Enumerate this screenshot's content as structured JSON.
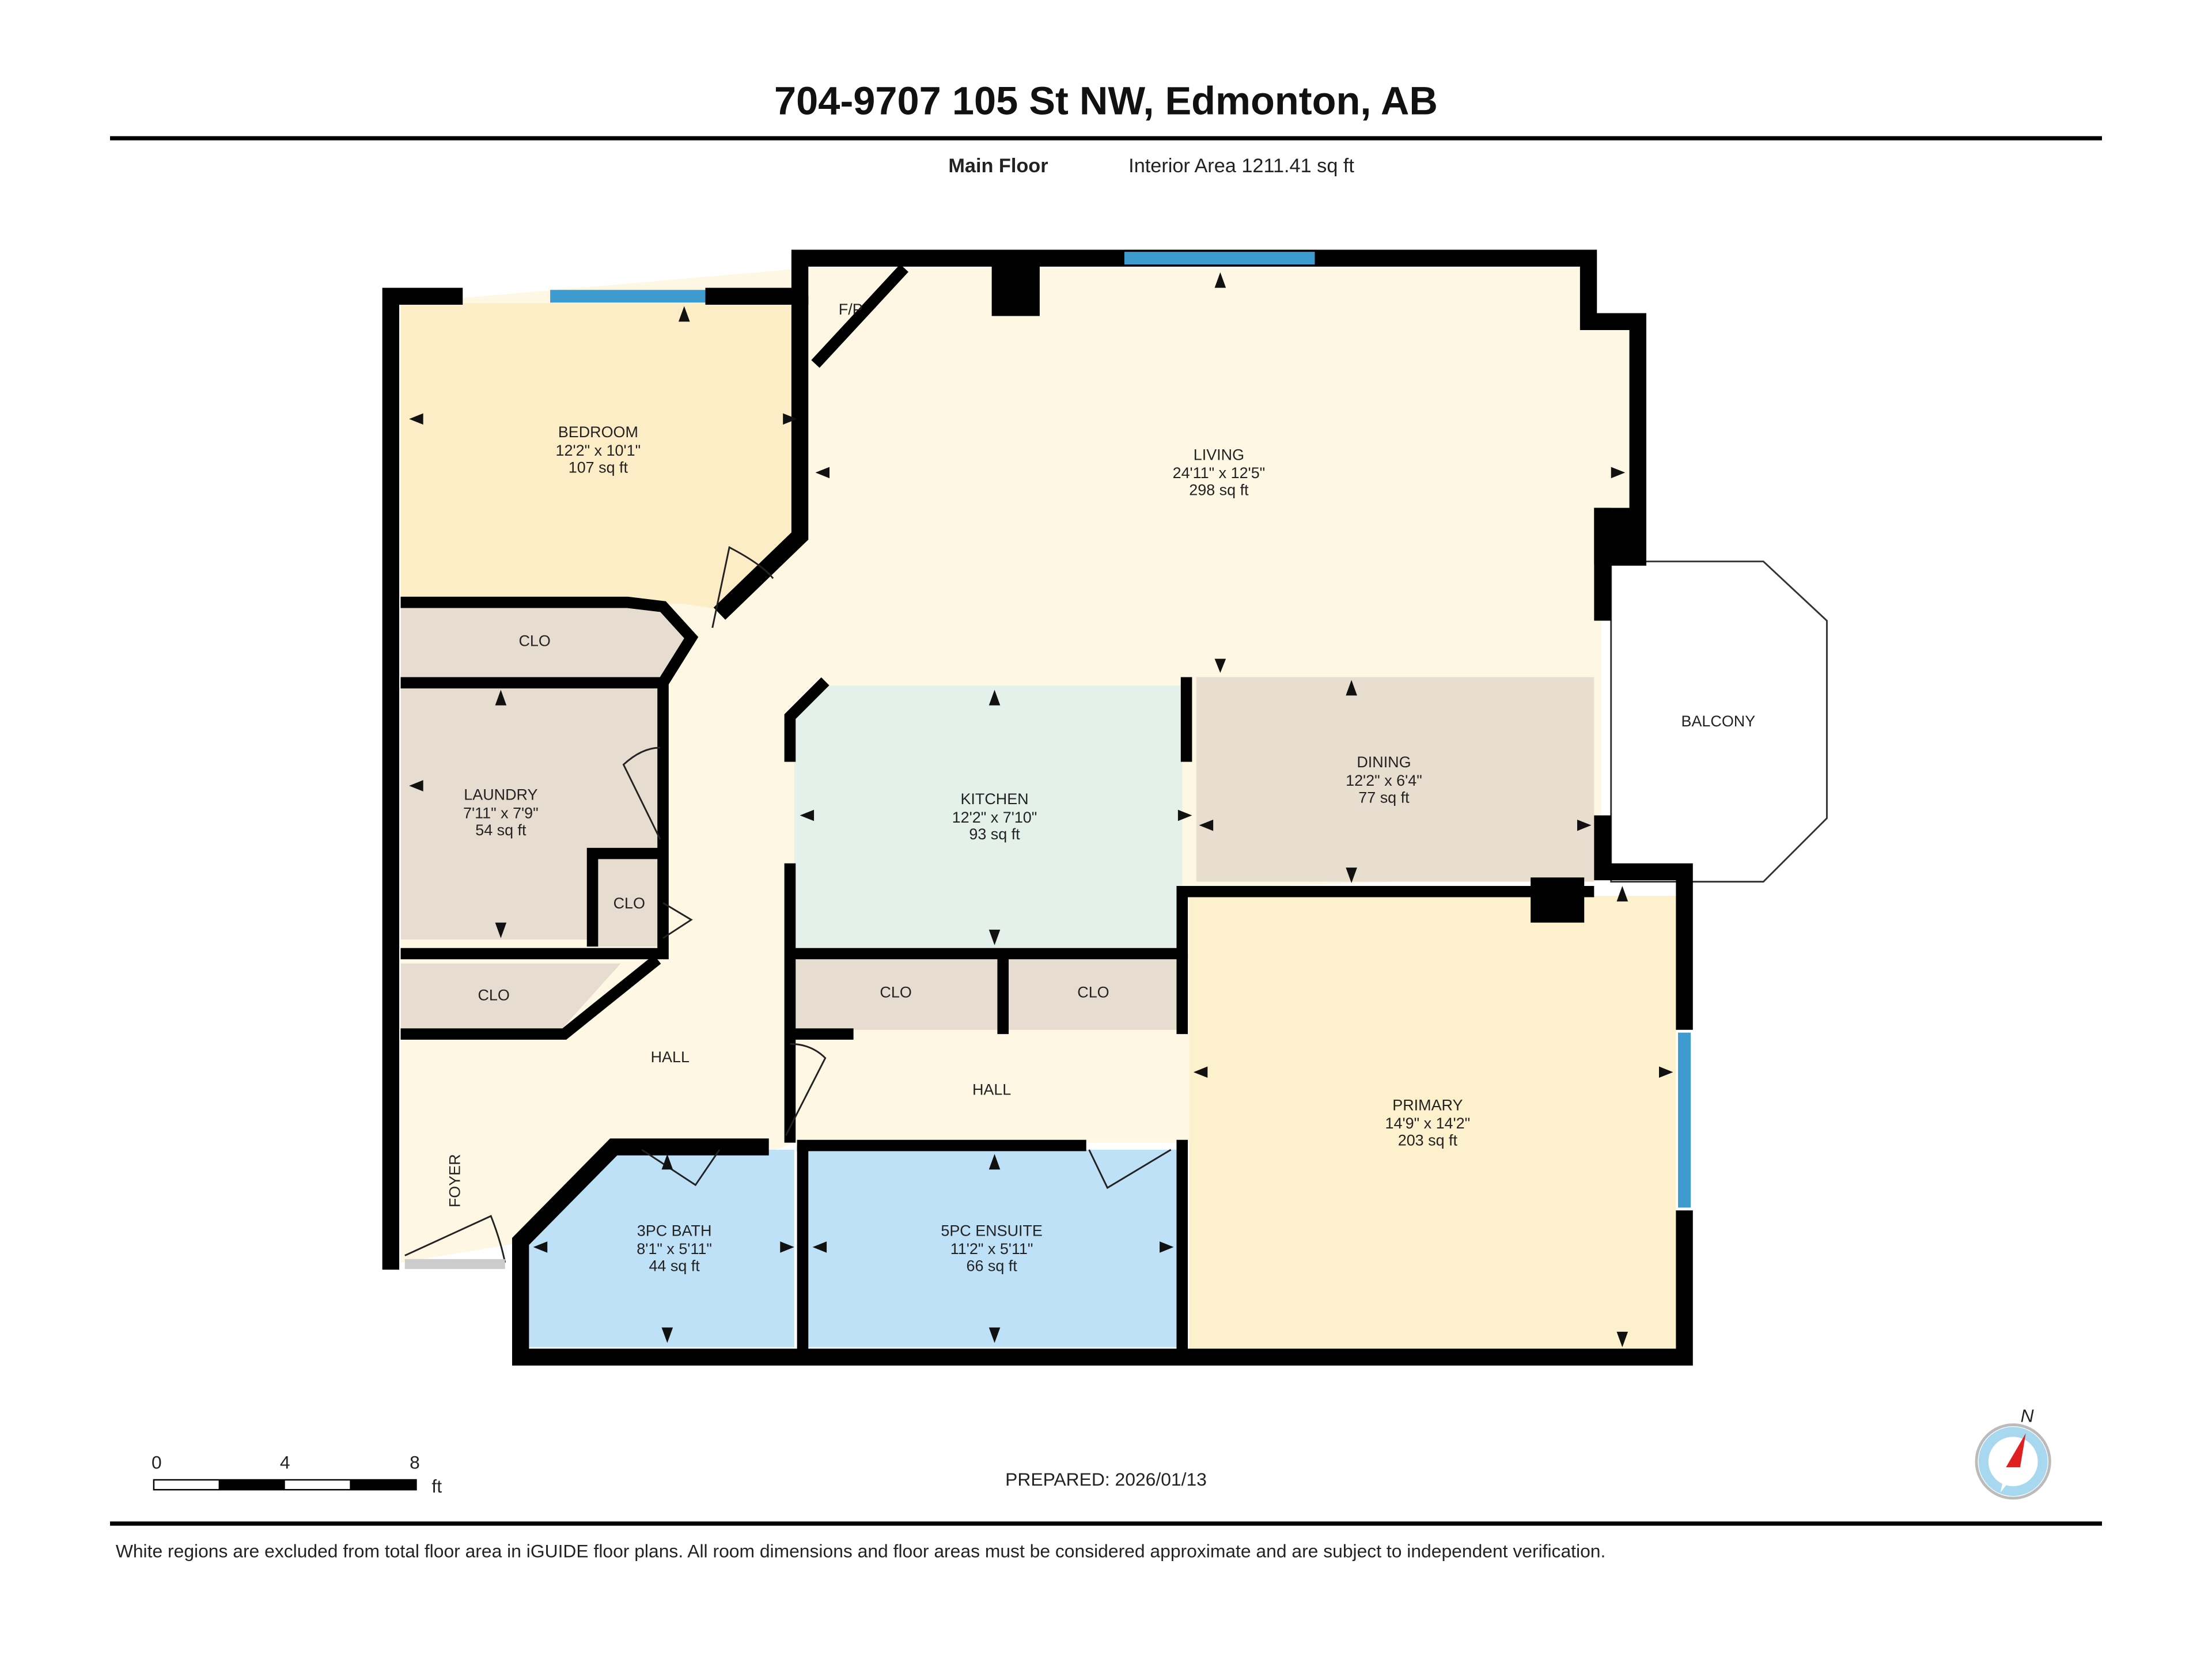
{
  "header": {
    "title": "704-9707 105 St NW, Edmonton, AB",
    "floor": "Main Floor",
    "interior_area": "Interior Area 1211.41 sq ft"
  },
  "rooms": {
    "bedroom": {
      "name": "BEDROOM",
      "dims": "12'2\" x 10'1\"",
      "area": "107 sq ft",
      "color": "#fcedc6"
    },
    "living": {
      "name": "LIVING",
      "dims": "24'11\" x 12'5\"",
      "area": "298 sq ft",
      "color": "#fdf7e3"
    },
    "laundry": {
      "name": "LAUNDRY",
      "dims": "7'11\" x 7'9\"",
      "area": "54 sq ft",
      "color": "#e6ddd0"
    },
    "kitchen": {
      "name": "KITCHEN",
      "dims": "12'2\" x 7'10\"",
      "area": "93 sq ft",
      "color": "#e4f1ea"
    },
    "dining": {
      "name": "DINING",
      "dims": "12'2\" x 6'4\"",
      "area": "77 sq ft",
      "color": "#e8ded0"
    },
    "primary": {
      "name": "PRIMARY",
      "dims": "14'9\" x 14'2\"",
      "area": "203 sq ft",
      "color": "#fdf0cc"
    },
    "bath3": {
      "name": "3PC BATH",
      "dims": "8'1\" x 5'11\"",
      "area": "44 sq ft",
      "color": "#bfe1f8"
    },
    "ensuite5": {
      "name": "5PC ENSUITE",
      "dims": "11'2\" x 5'11\"",
      "area": "66 sq ft",
      "color": "#bfe1f8"
    },
    "balcony": {
      "name": "BALCONY"
    },
    "fireplace": {
      "name": "F/P"
    },
    "foyer": {
      "name": "FOYER"
    },
    "hall_a": {
      "name": "HALL"
    },
    "hall_b": {
      "name": "HALL"
    },
    "closets": [
      "CLO",
      "CLO",
      "CLO",
      "CLO",
      "CLO"
    ]
  },
  "scale_bar": {
    "ticks": [
      "0",
      "4",
      "8"
    ],
    "unit": "ft"
  },
  "prepared": "PREPARED: 2026/01/13",
  "compass": {
    "label": "N",
    "needle_color": "#e02020",
    "ring_color": "#a8d8f0"
  },
  "footer": {
    "disclaimer": "White regions are excluded from total floor area in iGUIDE floor plans. All room dimensions and floor areas must be considered approximate and are subject to independent verification."
  },
  "colors": {
    "wall": "#000000",
    "window": "#3d9bd0",
    "closet": "#e6ddd0"
  }
}
